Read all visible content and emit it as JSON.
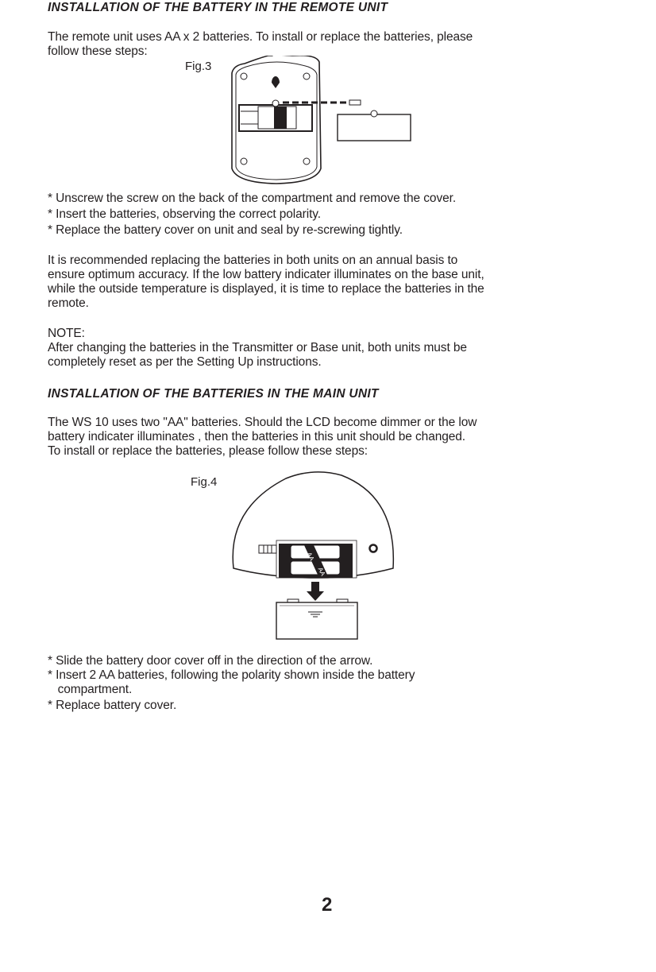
{
  "section1": {
    "heading": "INSTALLATION OF THE BATTERY IN THE REMOTE UNIT",
    "intro": [
      "The remote unit uses AA x 2 batteries. To install or replace the batteries, please",
      "follow these steps:"
    ],
    "figure_label": "Fig.3",
    "steps": [
      "* Unscrew the screw on the back of the compartment and remove the cover.",
      "* Insert the batteries, observing the correct polarity.",
      "* Replace the battery cover on unit and seal by re-screwing tightly."
    ],
    "recommendation": [
      "It is recommended replacing the batteries in both units on an annual basis to",
      "ensure optimum accuracy.  If the low battery indicater illuminates on the base unit,",
      "while the outside temperature is displayed, it is time to replace the batteries in the",
      "remote."
    ],
    "note_label": "NOTE:",
    "note": [
      "After changing the batteries in the Transmitter or Base unit, both units must be",
      "completely reset as per the Setting Up instructions."
    ]
  },
  "section2": {
    "heading": "INSTALLATION OF THE BATTERIES IN THE MAIN UNIT",
    "intro": [
      "The WS 10 uses two \"AA\" batteries.  Should the LCD become dimmer or the low",
      "battery indicater illuminates , then the batteries in this unit should be changed.",
      "To install or replace the batteries, please follow these steps:"
    ],
    "figure_label": "Fig.4",
    "battery_label": "AA",
    "steps": [
      "* Slide the battery door cover off in the direction of the arrow.",
      "* Insert 2 AA batteries, following the polarity shown inside the battery",
      "   compartment.",
      "* Replace battery cover."
    ]
  },
  "page_number": "2"
}
